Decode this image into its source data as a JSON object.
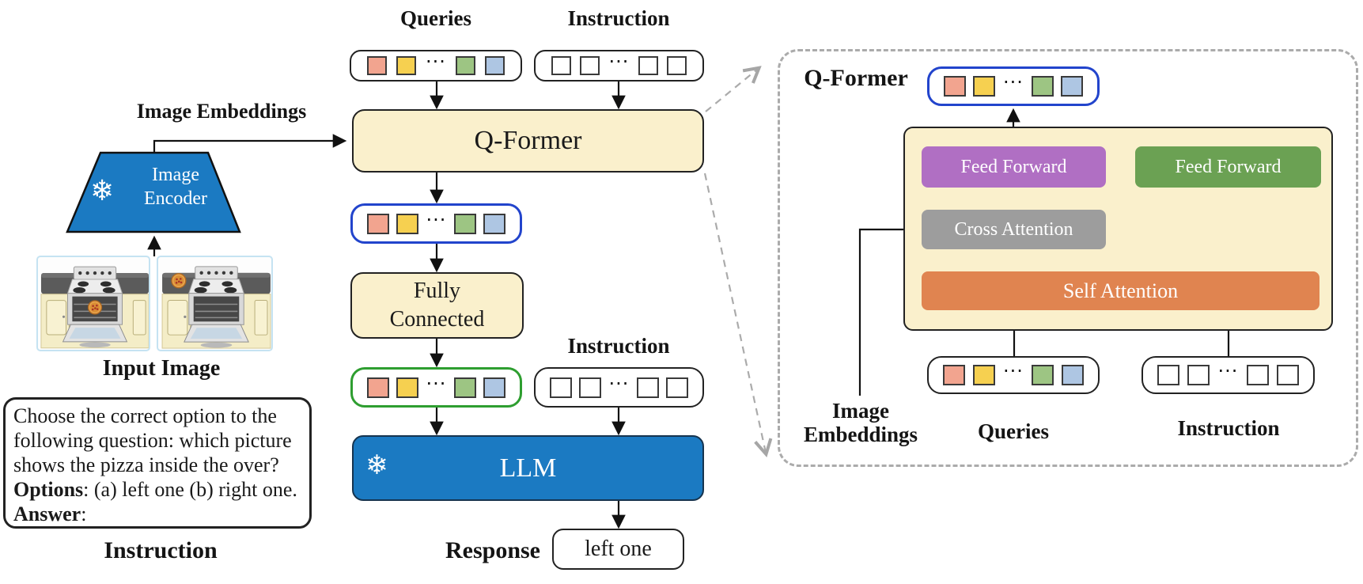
{
  "left": {
    "image_embeddings_label": "Image Embeddings",
    "image_encoder_label": "Image Encoder",
    "input_image_label": "Input Image",
    "instruction_box": {
      "line1": "Choose the correct option to the",
      "line2": "following question: which picture",
      "line3": "shows the pizza inside the over?",
      "line4_bold": "Options",
      "line4_rest": ": (a) left one (b) right one.",
      "line5_bold": "Answer",
      "line5_rest": ":"
    },
    "instruction_label": "Instruction"
  },
  "middle": {
    "queries_label": "Queries",
    "instruction_label_top": "Instruction",
    "qformer_label": "Q-Former",
    "fully_connected_label": "Fully Connected",
    "instruction_label_mid": "Instruction",
    "llm_label": "LLM",
    "response_label": "Response",
    "response_value": "left one"
  },
  "right_panel": {
    "title": "Q-Former",
    "feed_forward_left": "Feed Forward",
    "feed_forward_right": "Feed Forward",
    "cross_attention": "Cross Attention",
    "self_attention": "Self Attention",
    "image_embeddings_label": "Image Embeddings",
    "queries_label": "Queries",
    "instruction_label": "Instruction"
  },
  "tokens": {
    "ellipsis": "···",
    "colors": [
      "#F2A48F",
      "#F6D050",
      "#9DC583",
      "#AEC6E3"
    ]
  },
  "icons": {
    "snowflake": "❄"
  },
  "colors": {
    "box_cream": "#FAF0CC",
    "encoder_blue": "#1B7AC2",
    "llm_blue": "#1B7AC2",
    "feed_forward_purple": "#B06FC3",
    "feed_forward_green": "#6BA153",
    "cross_attention_gray": "#9D9D9D",
    "self_attention_orange": "#E08450",
    "blue_pill_border": "#2244CC",
    "green_pill_border": "#2E9E30"
  }
}
